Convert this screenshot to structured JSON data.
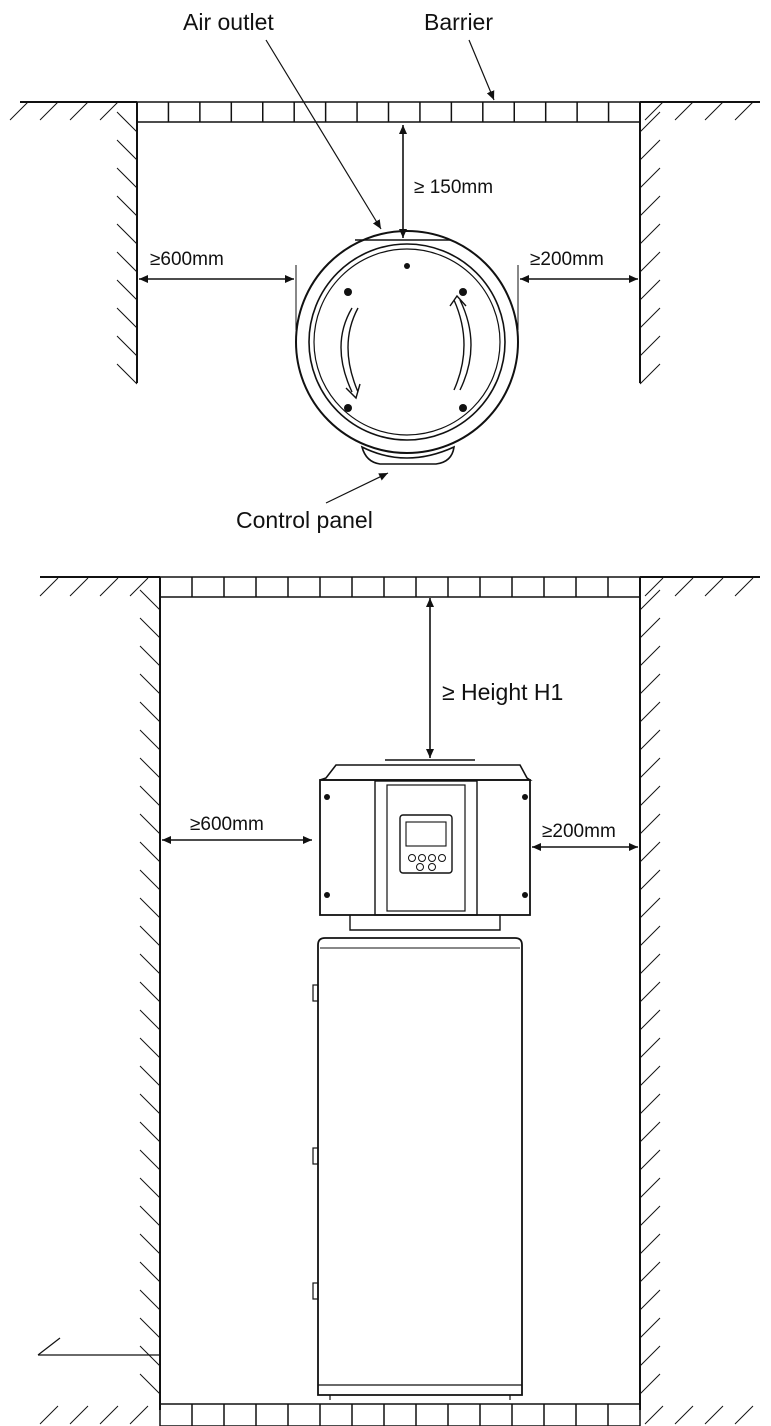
{
  "top_view": {
    "air_outlet_label": "Air outlet",
    "barrier_label": "Barrier",
    "clearance_top": "≥ 150mm",
    "clearance_left": "≥600mm",
    "clearance_right": "≥200mm",
    "control_panel_label": "Control panel"
  },
  "front_view": {
    "clearance_top": "≥ Height H1",
    "clearance_right": "≥200mm",
    "clearance_left": "≥600mm"
  },
  "colors": {
    "line": "#111111",
    "background": "#ffffff"
  }
}
